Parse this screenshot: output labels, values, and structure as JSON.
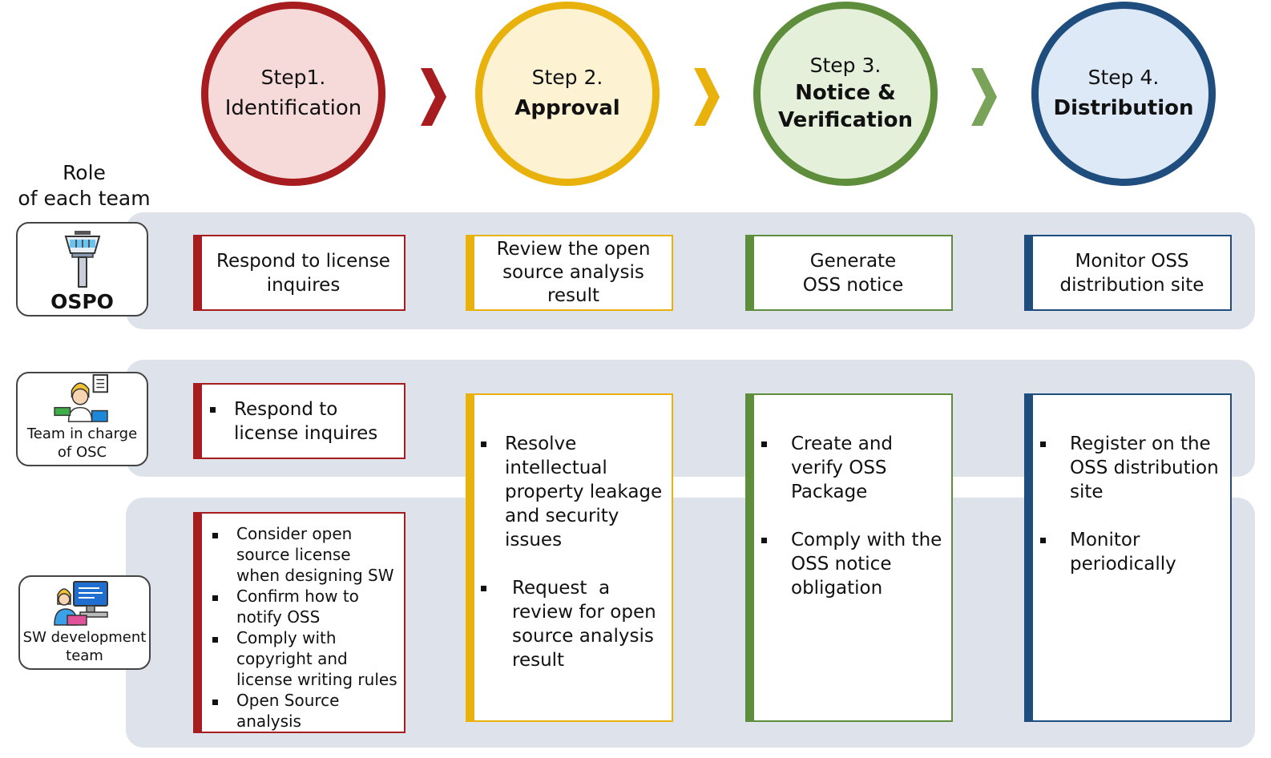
{
  "colors": {
    "step1": "#a71d1f",
    "step2": "#e9b10b",
    "step3": "#5e8d3b",
    "step4": "#1f4e7e",
    "step1_fill": "#f6dada",
    "step2_fill": "#fdf2d1",
    "step3_fill": "#e4f0da",
    "step4_fill": "#dde9f6",
    "band": "#dee3eb"
  },
  "steps": [
    {
      "label": "Step1.",
      "name": "Identification"
    },
    {
      "label": "Step 2.",
      "name": "Approval"
    },
    {
      "label": "Step 3.",
      "name_line1": "Notice &",
      "name_line2": "Verification"
    },
    {
      "label": "Step 4.",
      "name": "Distribution"
    }
  ],
  "role_heading": {
    "line1": "Role",
    "line2": "of each team"
  },
  "teams": {
    "ospo": {
      "name": "OSPO",
      "icon": "control-tower-icon"
    },
    "osc": {
      "name_line1": "Team in charge",
      "name_line2": "of OSC",
      "icon": "support-agent-icon"
    },
    "sw": {
      "name_line1": "SW development",
      "name_line2": "team",
      "icon": "developer-at-computer-icon"
    }
  },
  "ospo_tasks": {
    "step1": [
      "Respond to license",
      "inquires"
    ],
    "step2": [
      "Review the open",
      "source analysis",
      "result"
    ],
    "step3": [
      "Generate",
      "OSS notice"
    ],
    "step4": [
      "Monitor OSS",
      "distribution site"
    ]
  },
  "osc_tasks": {
    "step1": [
      "Respond to",
      "license inquires"
    ]
  },
  "sw_tasks": {
    "step1": [
      [
        "Consider open",
        "source license",
        "when designing SW"
      ],
      [
        "Confirm how to",
        "notify OSS"
      ],
      [
        "Comply with",
        "copyright and",
        "license writing rules"
      ],
      [
        "Open Source",
        "analysis"
      ]
    ]
  },
  "shared_tasks": {
    "step2": [
      [
        "Resolve",
        "intellectual",
        "property leakage",
        "and security",
        "issues"
      ],
      [
        "Request  a",
        "review for open",
        "source analysis",
        "result"
      ]
    ],
    "step3": [
      [
        "Create and",
        "verify OSS",
        "Package"
      ],
      [
        "Comply with the",
        "OSS notice",
        "obligation"
      ]
    ],
    "step4": [
      [
        "Register on the",
        "OSS distribution",
        "site"
      ],
      [
        "Monitor",
        "periodically"
      ]
    ]
  }
}
